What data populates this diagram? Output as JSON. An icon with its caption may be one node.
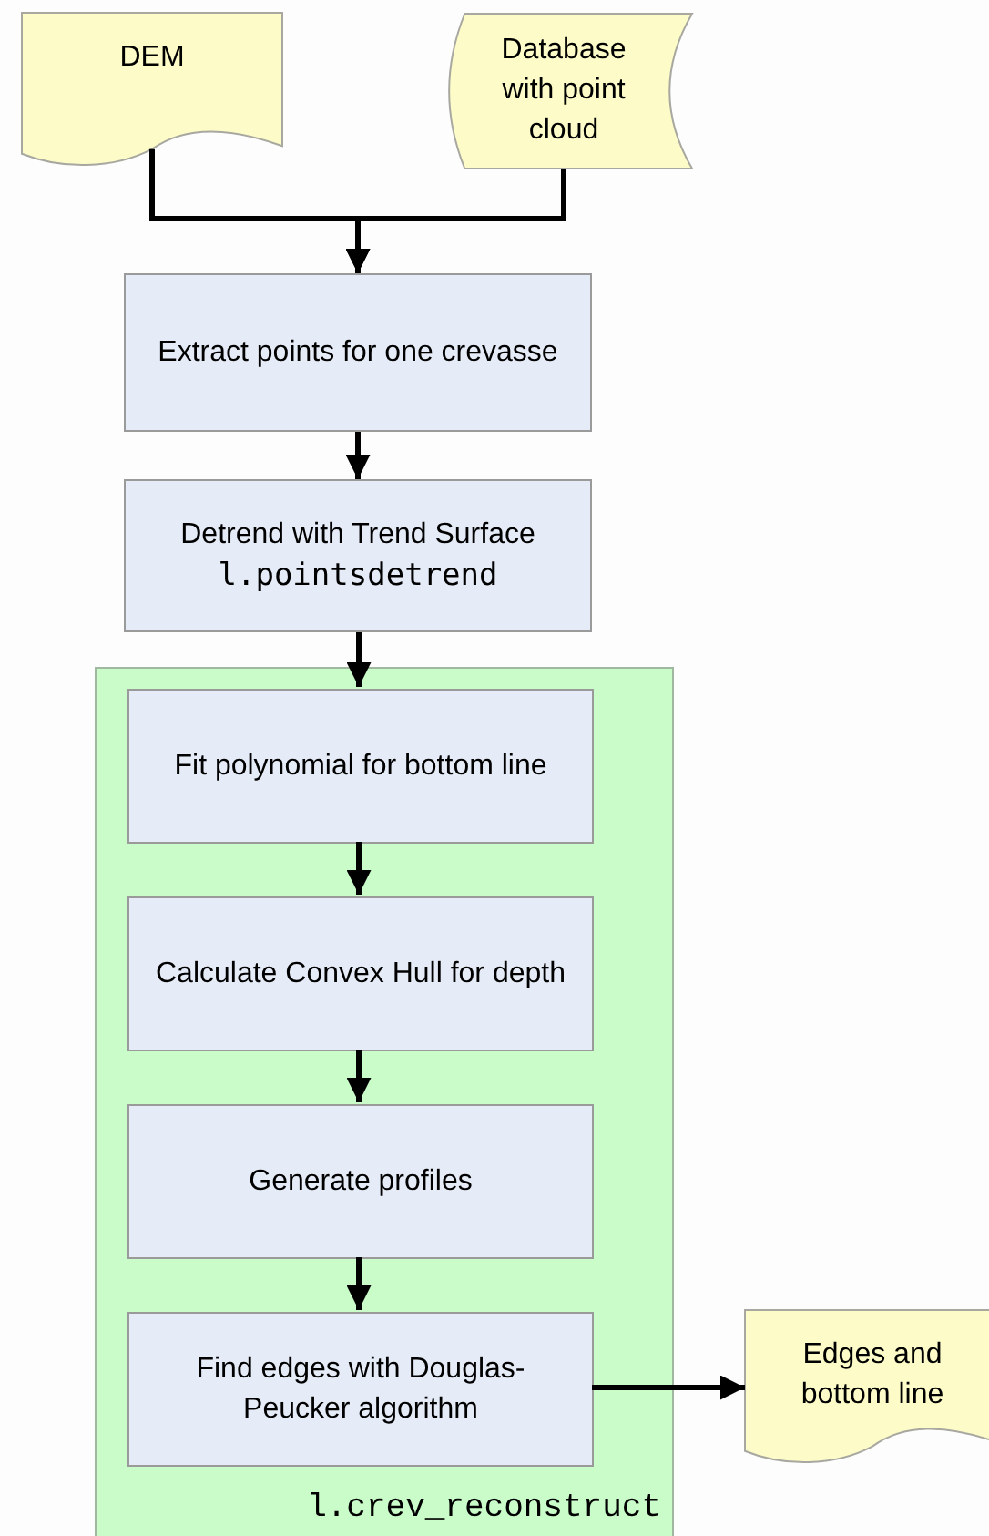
{
  "diagram": {
    "nodes": [
      {
        "text": [
          "DEM"
        ]
      },
      {
        "text": [
          "Database with point cloud"
        ]
      },
      {
        "text": [
          "Extract points for one crevasse"
        ]
      },
      {
        "text": [
          "Detrend with Trend Surface",
          "l.pointsdetrend"
        ]
      },
      {
        "text": [
          "l.crev_reconstruct"
        ]
      },
      {
        "text": [
          "Fit polynomial for bottom line"
        ],
        "in": 4
      },
      {
        "text": [
          "Calculate Convex Hull for depth"
        ],
        "in": 4
      },
      {
        "text": [
          "Generate profiles"
        ],
        "in": 4
      },
      {
        "text": [
          "Find edges with Douglas-Peucker algorithm"
        ],
        "in": 4
      },
      {
        "text": [
          "Edges and bottom line"
        ]
      }
    ],
    "edges": [
      {
        "from": 0,
        "to": 2,
        "arrow": "to"
      },
      {
        "from": 1,
        "to": 2,
        "arrow": "to"
      },
      {
        "from": 2,
        "to": 3,
        "arrow": "to"
      },
      {
        "from": 3,
        "to": 5,
        "arrow": "to"
      },
      {
        "from": 5,
        "to": 6,
        "arrow": "to"
      },
      {
        "from": 6,
        "to": 7,
        "arrow": "to"
      },
      {
        "from": 7,
        "to": 8,
        "arrow": "to"
      },
      {
        "from": 8,
        "to": 9,
        "arrow": "to"
      }
    ]
  }
}
